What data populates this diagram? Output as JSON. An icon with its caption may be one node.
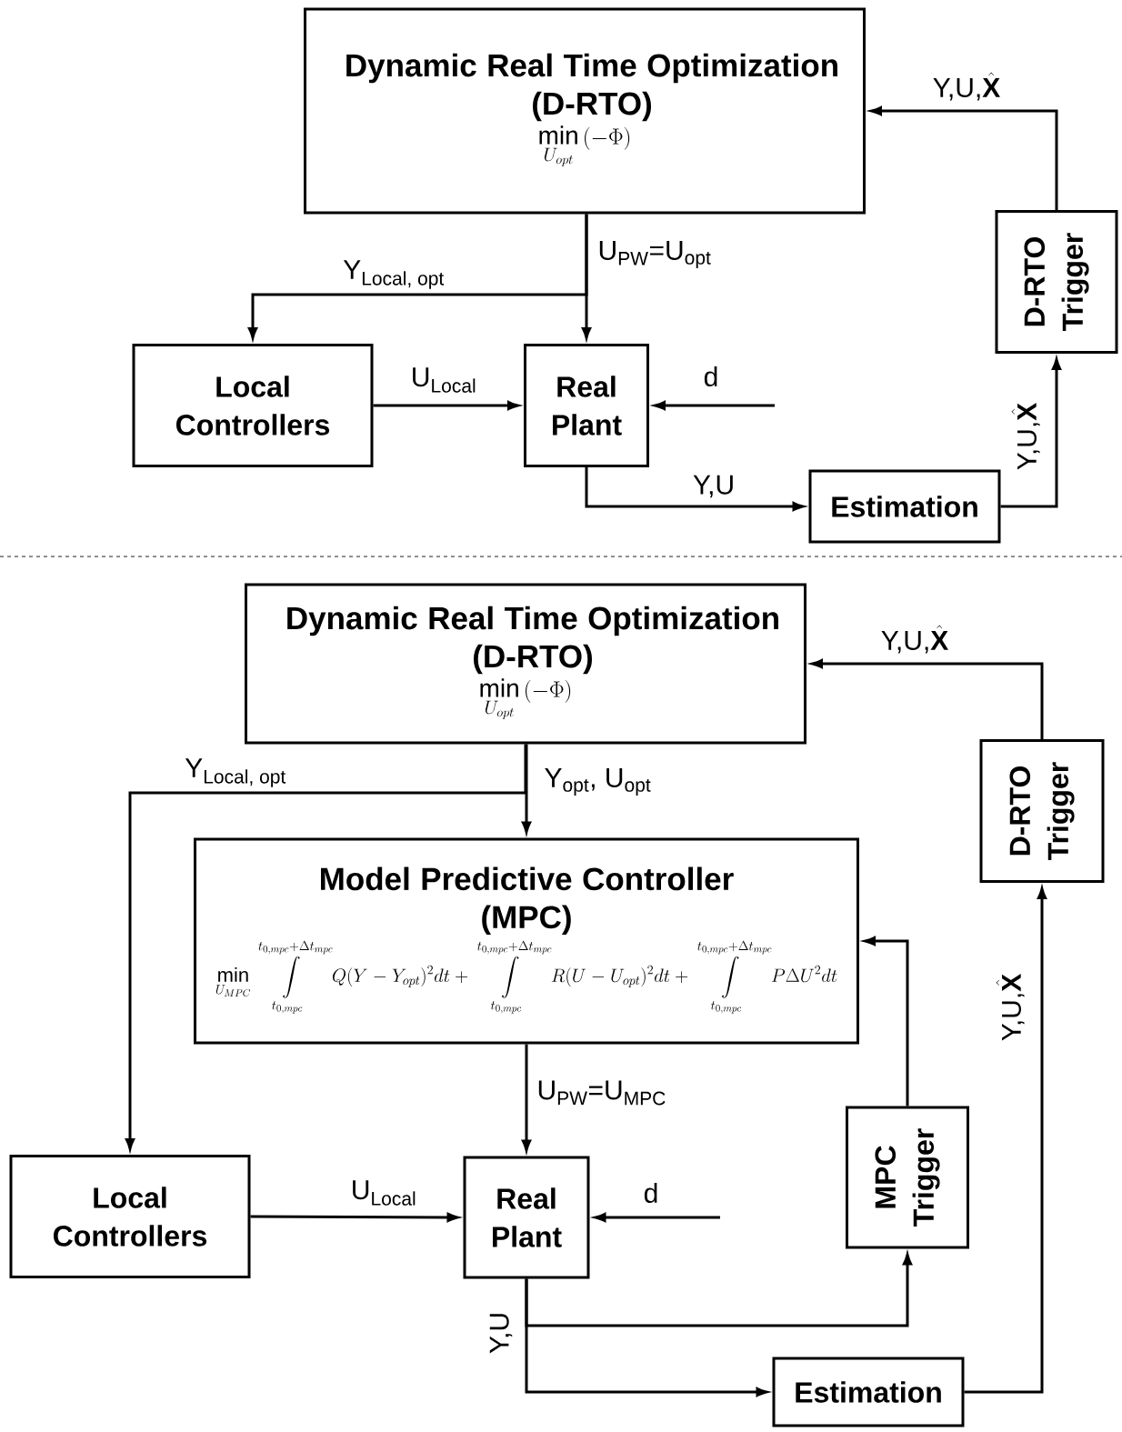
{
  "diagram": {
    "nodes": [
      {
        "text": [
          "Dynamic Real Time Optimization (D-RTO)",
          "\\min_{U_{opt}}\\,(-\\Phi)"
        ]
      },
      {
        "text": [
          "Local Controllers"
        ]
      },
      {
        "text": [
          "Real Plant"
        ]
      },
      {
        "text": [
          "Estimation"
        ]
      },
      {
        "text": [
          "D-RTO Trigger"
        ]
      },
      {
        "text": [
          "Dynamic Real Time Optimization (D-RTO)",
          "\\min_{U_{opt}}\\,(-\\Phi)"
        ]
      },
      {
        "text": [
          "Model Predictive Controller (MPC)",
          "\\min_{U_{MPC}}\\int\\limits_{t_{0,mpc}}^{t_{0,mpc}+\\Delta t_{mpc}}Q(Y-Y_{opt})^2dt+\\int\\limits_{t_{0,mpc}}^{t_{0,mpc}+\\Delta t_{mpc}}R(U-U_{opt})^2dt+\\int\\limits_{t_{0,mpc}}^{t_{0,mpc}+\\Delta t_{mpc}}P\\Delta U^2dt"
        ]
      },
      {
        "text": [
          "Local Controllers"
        ]
      },
      {
        "text": [
          "Real Plant"
        ]
      },
      {
        "text": [
          "MPC Trigger"
        ]
      },
      {
        "text": [
          "Estimation"
        ]
      },
      {
        "text": [
          "D-RTO Trigger"
        ]
      }
    ],
    "edges": [
      {
        "from": 0,
        "to": 2,
        "arrow": "to",
        "label": "U$_{PW}$=U$_{opt}$"
      },
      {
        "from": 0,
        "to": 1,
        "arrow": "to",
        "label": "\\text{Y}_{\\text{Local, opt}}"
      },
      {
        "from": 1,
        "to": 2,
        "arrow": "to",
        "label": "U$_{Local}$"
      },
      {
        "from": null,
        "to": 2,
        "arrow": "to",
        "label": "d"
      },
      {
        "from": 2,
        "to": 3,
        "arrow": "to",
        "label": "Y,U"
      },
      {
        "from": 3,
        "to": 4,
        "arrow": "to",
        "label": "\\text{Y,U,}\\hat{\\text{\\bfseries X}}"
      },
      {
        "from": 4,
        "to": 0,
        "arrow": "to",
        "label": "\\text{Y,U,}\\hat{\\text{\\bfseries X}}"
      },
      {
        "from": 5,
        "to": 6,
        "arrow": "to",
        "label": "Y$_{opt}$, U$_{opt}$"
      },
      {
        "from": 5,
        "to": 7,
        "arrow": "to",
        "label": "\\text{Y}_{\\text{Local, opt}}"
      },
      {
        "from": 6,
        "to": 8,
        "arrow": "to",
        "label": "U$_{PW}$=U$_{MPC}$"
      },
      {
        "from": 7,
        "to": 8,
        "arrow": "to",
        "label": "U$_{Local}$"
      },
      {
        "from": null,
        "to": 8,
        "arrow": "to",
        "label": "d"
      },
      {
        "from": 8,
        "to": 9,
        "arrow": "to",
        "label": "Y,U"
      },
      {
        "from": 8,
        "to": 10,
        "arrow": "to"
      },
      {
        "from": 9,
        "to": 6,
        "arrow": "to"
      },
      {
        "from": 10,
        "to": 11,
        "arrow": "to",
        "label": "\\text{Y,U,}\\hat{\\text{\\bfseries X}}"
      },
      {
        "from": 11,
        "to": 5,
        "arrow": "to",
        "label": "\\text{Y,U,}\\hat{\\text{\\bfseries X}}"
      }
    ]
  }
}
